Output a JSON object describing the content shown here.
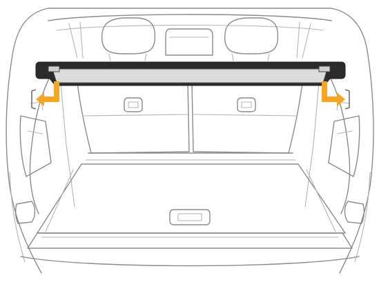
{
  "illustration": {
    "subject": "cargo-area-cover-removal",
    "colors": {
      "line": "#8a8a8a",
      "line_light": "#b4b4b4",
      "cover_frame": "#2b2b2b",
      "cover_panel": "#dcdcdc",
      "arrow": "#f5a623",
      "background": "#ffffff"
    },
    "icons": [
      "cargo-cover",
      "arrow-left",
      "arrow-right",
      "headrest",
      "seat-latch",
      "floor-handle"
    ]
  }
}
